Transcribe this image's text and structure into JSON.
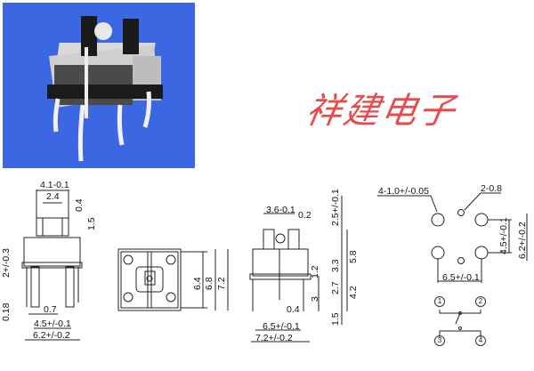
{
  "brand": {
    "text": "祥建电子",
    "color": "#e84a4a"
  },
  "photo": {
    "background": "#3b67e2",
    "subject": "tactile-switch-with-led"
  },
  "side_view": {
    "dims": {
      "top_width": "4.1-0.1",
      "inner_width": "2.4",
      "cap_gap": "0.4",
      "cap_height": "1.5",
      "pin_offset": "2+/-0.3",
      "pin_thickness": "0.18",
      "pin_width": "0.7",
      "pin_pitch": "4.5+/-0.1",
      "body_width": "6.2+/-0.2"
    }
  },
  "top_view": {
    "dims": {
      "inner": "6.4",
      "middle": "6.8",
      "outer": "7.2"
    }
  },
  "front_view": {
    "dims": {
      "actuator_width": "3.6-0.1",
      "gap": "0.2",
      "travel": "2.5+/-0.1",
      "total_height": "5.8",
      "body_height": "3.3",
      "standoff": "1.2",
      "pin_length": "2.7",
      "lower_height": "4.2",
      "pin_segment": "3",
      "pin_width": "0.4",
      "bottom": "1.5",
      "pin_pitch": "6.5+/-0.1",
      "body_width": "7.2+/-0.2"
    }
  },
  "footprint": {
    "dims": {
      "large_holes": "4-1.0+/-0.05",
      "small_holes": "2-0.8",
      "vertical_pitch": "4.5+/-0.1",
      "vertical_outer": "6.2+/-0.2",
      "horizontal_pitch": "6.5+/-0.1"
    },
    "pins": [
      "1",
      "2",
      "3",
      "4"
    ]
  }
}
